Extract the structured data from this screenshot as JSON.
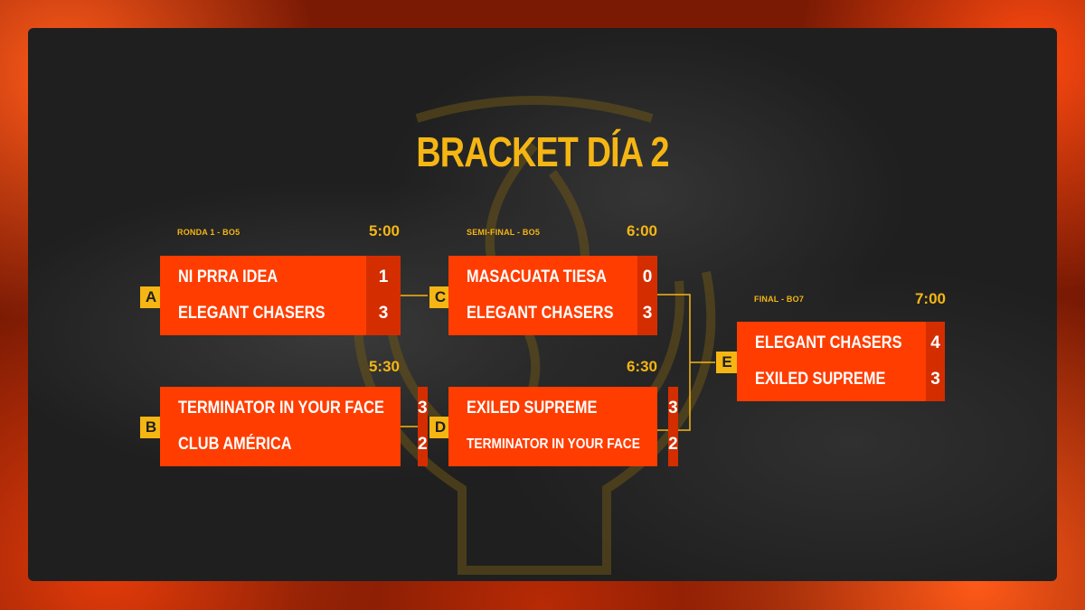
{
  "title": "BRACKET DÍA 2",
  "rounds": {
    "r1": {
      "label": "RONDA 1 - BO5",
      "time_a": "5:00",
      "time_b": "5:30"
    },
    "semi": {
      "label": "SEMI-FINAL - BO5",
      "time_c": "6:00",
      "time_d": "6:30"
    },
    "final": {
      "label": "FINAL - BO7",
      "time_e": "7:00"
    }
  },
  "matches": {
    "A": {
      "letter": "A",
      "team1": "NI PRRA IDEA",
      "score1": "1",
      "team2": "ELEGANT CHASERS",
      "score2": "3"
    },
    "B": {
      "letter": "B",
      "team1": "TERMINATOR IN YOUR FACE",
      "score1": "3",
      "team2": "CLUB AMÉRICA",
      "score2": "2"
    },
    "C": {
      "letter": "C",
      "team1": "MASACUATA TIESA",
      "score1": "0",
      "team2": "ELEGANT CHASERS",
      "score2": "3"
    },
    "D": {
      "letter": "D",
      "team1": "EXILED SUPREME",
      "score1": "3",
      "team2": "TERMINATOR IN YOUR FACE",
      "score2": "2"
    },
    "E": {
      "letter": "E",
      "team1": "ELEGANT CHASERS",
      "score1": "4",
      "team2": "EXILED SUPREME",
      "score2": "3"
    }
  },
  "colors": {
    "accent": "#f5b614",
    "match_bg": "#ff3d00",
    "score_bg": "#d42e00",
    "panel": "#1f1f1f"
  }
}
